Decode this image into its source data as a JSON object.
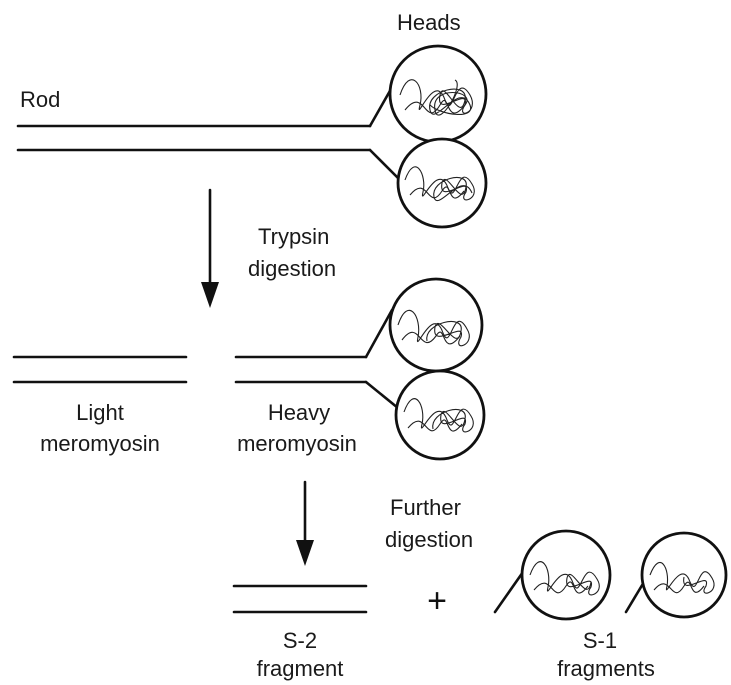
{
  "labels": {
    "heads": "Heads",
    "rod": "Rod",
    "trypsin_line1": "Trypsin",
    "trypsin_line2": "digestion",
    "light_line1": "Light",
    "light_line2": "meromyosin",
    "heavy_line1": "Heavy",
    "heavy_line2": "meromyosin",
    "further_line1": "Further",
    "further_line2": "digestion",
    "plus": "+",
    "s2_line1": "S-2",
    "s2_line2": "fragment",
    "s1_line1": "S-1",
    "s1_line2": "fragments"
  },
  "colors": {
    "ink": "#111111",
    "background": "#ffffff"
  }
}
